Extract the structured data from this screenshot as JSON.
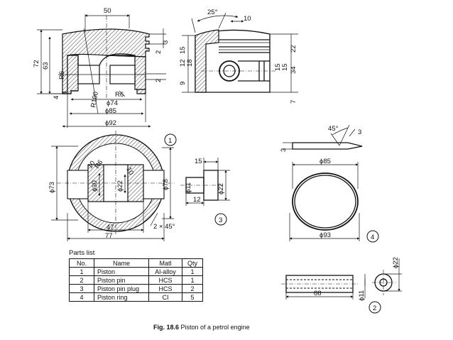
{
  "figure": {
    "number": "Fig. 18.6",
    "title": "Piston of a petrol engine"
  },
  "dimensions": {
    "top_width": "50",
    "height_72": "72",
    "height_63": "63",
    "r6_left": "R6",
    "r6_bottom": "R6",
    "r190": "R190",
    "dim_4": "4",
    "d74": "ϕ74",
    "d85": "ϕ85",
    "d92": "ϕ92",
    "right_3": "3",
    "right_2a": "2",
    "right_2b": "2",
    "angle_25": "25°",
    "width_10": "10",
    "h15_left": "15",
    "h12": "12",
    "h18": "18",
    "h9": "9",
    "h22": "22",
    "h15_r1": "15",
    "h15_r2": "15",
    "h34": "34",
    "h7": "7",
    "plan_d73": "ϕ73",
    "plan_d30": "ϕ30",
    "plan_d22": "ϕ22",
    "plan_d78": "ϕ78",
    "plan_10a": "10",
    "plan_r6": "R6",
    "plan_10b": "10",
    "plan_47": "47",
    "plan_77": "77",
    "chamfer": "2 × 45°",
    "plug_15": "15",
    "plug_d11": "ϕ11",
    "plug_d22": "ϕ22",
    "plug_12": "12",
    "ring_45": "45°",
    "ring_3a": "3",
    "ring_3b": "3",
    "ring_d85": "ϕ85",
    "ring_d93": "ϕ93",
    "pin_d22": "ϕ22",
    "pin_d11": "ϕ11",
    "pin_88": "88"
  },
  "callouts": [
    "1",
    "2",
    "3",
    "4"
  ],
  "parts_list": {
    "caption": "Parts list",
    "headers": [
      "No.",
      "Name",
      "Matl",
      "Qty"
    ],
    "rows": [
      [
        "1",
        "Piston",
        "Al-alloy",
        "1"
      ],
      [
        "2",
        "Piston pin",
        "HCS",
        "1"
      ],
      [
        "3",
        "Piston pin plug",
        "HCS",
        "2"
      ],
      [
        "4",
        "Piston ring",
        "CI",
        "5"
      ]
    ]
  }
}
